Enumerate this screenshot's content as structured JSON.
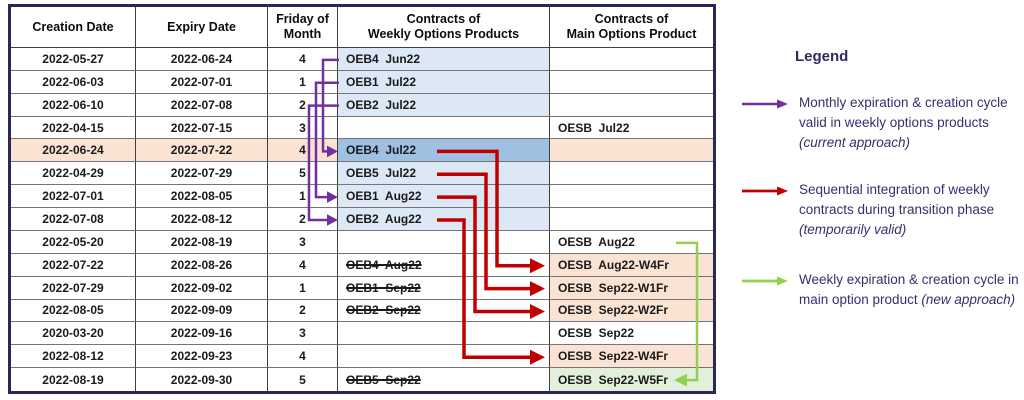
{
  "table": {
    "headers": [
      "Creation Date",
      "Expiry Date",
      "Friday of\nMonth",
      "Contracts of\nWeekly Options Products",
      "Contracts of\nMain Options Product"
    ],
    "rows": [
      {
        "creation": "2022-05-27",
        "expiry": "2022-06-24",
        "friday": "4",
        "weekly": "OEB4  Jun22",
        "weekly_style": "blue",
        "weekly_struck": false,
        "main": "",
        "main_style": "",
        "highlight": false
      },
      {
        "creation": "2022-06-03",
        "expiry": "2022-07-01",
        "friday": "1",
        "weekly": "OEB1  Jul22",
        "weekly_style": "blue",
        "weekly_struck": false,
        "main": "",
        "main_style": "",
        "highlight": false
      },
      {
        "creation": "2022-06-10",
        "expiry": "2022-07-08",
        "friday": "2",
        "weekly": "OEB2  Jul22",
        "weekly_style": "blue",
        "weekly_struck": false,
        "main": "",
        "main_style": "",
        "highlight": false
      },
      {
        "creation": "2022-04-15",
        "expiry": "2022-07-15",
        "friday": "3",
        "weekly": "",
        "weekly_style": "",
        "weekly_struck": false,
        "main": "OESB  Jul22",
        "main_style": "",
        "highlight": false
      },
      {
        "creation": "2022-06-24",
        "expiry": "2022-07-22",
        "friday": "4",
        "weekly": "OEB4  Jul22",
        "weekly_style": "active",
        "weekly_struck": false,
        "main": "",
        "main_style": "salmon",
        "highlight": true
      },
      {
        "creation": "2022-04-29",
        "expiry": "2022-07-29",
        "friday": "5",
        "weekly": "OEB5  Jul22",
        "weekly_style": "blue",
        "weekly_struck": false,
        "main": "",
        "main_style": "",
        "highlight": false
      },
      {
        "creation": "2022-07-01",
        "expiry": "2022-08-05",
        "friday": "1",
        "weekly": "OEB1  Aug22",
        "weekly_style": "blue",
        "weekly_struck": false,
        "main": "",
        "main_style": "",
        "highlight": false
      },
      {
        "creation": "2022-07-08",
        "expiry": "2022-08-12",
        "friday": "2",
        "weekly": "OEB2  Aug22",
        "weekly_style": "blue",
        "weekly_struck": false,
        "main": "",
        "main_style": "",
        "highlight": false
      },
      {
        "creation": "2022-05-20",
        "expiry": "2022-08-19",
        "friday": "3",
        "weekly": "",
        "weekly_style": "",
        "weekly_struck": false,
        "main": "OESB  Aug22",
        "main_style": "",
        "highlight": false
      },
      {
        "creation": "2022-07-22",
        "expiry": "2022-08-26",
        "friday": "4",
        "weekly": "OEB4  Aug22",
        "weekly_style": "",
        "weekly_struck": true,
        "main": "OESB  Aug22-W4Fr",
        "main_style": "salmon",
        "highlight": false
      },
      {
        "creation": "2022-07-29",
        "expiry": "2022-09-02",
        "friday": "1",
        "weekly": "OEB1  Sep22",
        "weekly_style": "",
        "weekly_struck": true,
        "main": "OESB  Sep22-W1Fr",
        "main_style": "salmon",
        "highlight": false
      },
      {
        "creation": "2022-08-05",
        "expiry": "2022-09-09",
        "friday": "2",
        "weekly": "OEB2  Sep22",
        "weekly_style": "",
        "weekly_struck": true,
        "main": "OESB  Sep22-W2Fr",
        "main_style": "salmon",
        "highlight": false
      },
      {
        "creation": "2020-03-20",
        "expiry": "2022-09-16",
        "friday": "3",
        "weekly": "",
        "weekly_style": "",
        "weekly_struck": false,
        "main": "OESB  Sep22",
        "main_style": "",
        "highlight": false
      },
      {
        "creation": "2022-08-12",
        "expiry": "2022-09-23",
        "friday": "4",
        "weekly": "",
        "weekly_style": "",
        "weekly_struck": false,
        "main": "OESB  Sep22-W4Fr",
        "main_style": "salmon",
        "highlight": false
      },
      {
        "creation": "2022-08-19",
        "expiry": "2022-09-30",
        "friday": "5",
        "weekly": "OEB5  Sep22",
        "weekly_style": "",
        "weekly_struck": true,
        "main": "OESB  Sep22-W5Fr",
        "main_style": "green",
        "highlight": false
      }
    ]
  },
  "arrows": {
    "monthly_cycle": [
      {
        "from": "OEB4 Jun22",
        "to": "OEB4 Jul22"
      },
      {
        "from": "OEB1 Jul22",
        "to": "OEB1 Aug22"
      },
      {
        "from": "OEB2 Jul22",
        "to": "OEB2 Aug22"
      }
    ],
    "transition": [
      {
        "from": "OEB4 Jul22",
        "to": "OESB Aug22-W4Fr"
      },
      {
        "from": "OEB5 Jul22",
        "to": "OESB Sep22-W1Fr"
      },
      {
        "from": "OEB1 Aug22",
        "to": "OESB Sep22-W2Fr"
      },
      {
        "from": "OEB2 Aug22",
        "to": "OESB Sep22-W4Fr"
      }
    ],
    "weekly_cycle": [
      {
        "from": "OESB Aug22",
        "to": "OESB Sep22-W5Fr"
      }
    ]
  },
  "legend": {
    "title": "Legend",
    "items": [
      {
        "arrow": "purple-arrow",
        "label": "Monthly expiration & creation cycle valid in weekly options products ",
        "emphasis": "(current approach)"
      },
      {
        "arrow": "red-arrow",
        "label": "Sequential integration of weekly contracts during transition phase ",
        "emphasis": "(temporarily valid)"
      },
      {
        "arrow": "green-arrow",
        "label": "Weekly expiration & creation cycle in main option product ",
        "emphasis": "(new approach)"
      }
    ]
  },
  "colors": {
    "arrow_monthly": "#7030A0",
    "arrow_transition": "#C00000",
    "arrow_weekly": "#92D050",
    "row_highlight": "#FAE3D3",
    "weekly_cell": "#DCE8F5",
    "weekly_cell_active": "#9FC0E0",
    "main_cell_new": "#E2EFDA",
    "table_border": "#2B2853",
    "legend_text": "#34306B"
  }
}
